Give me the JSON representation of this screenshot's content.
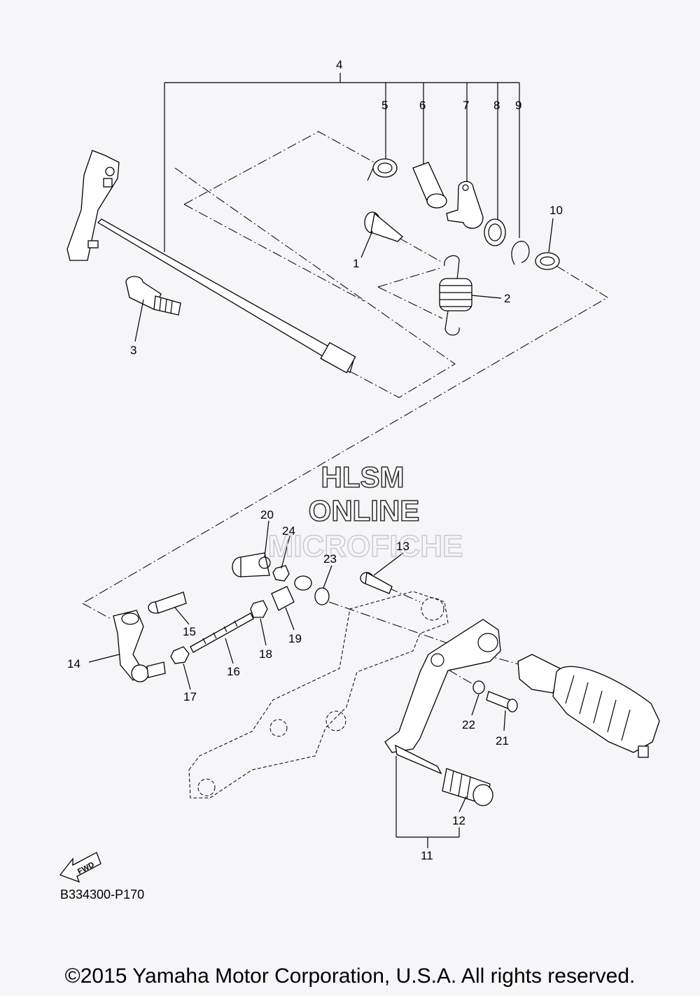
{
  "callouts": [
    "1",
    "2",
    "3",
    "4",
    "5",
    "6",
    "7",
    "8",
    "9",
    "10",
    "11",
    "12",
    "13",
    "14",
    "15",
    "16",
    "17",
    "18",
    "19",
    "20",
    "21",
    "22",
    "23",
    "24"
  ],
  "watermark": {
    "line1": "HLSM",
    "line2": "ONLINE",
    "line3": "MICROFICHE"
  },
  "fwd_label": "FWD",
  "diagram_code": "B334300-P170",
  "copyright": "©2015 Yamaha Motor Corporation, U.S.A. All rights reserved."
}
